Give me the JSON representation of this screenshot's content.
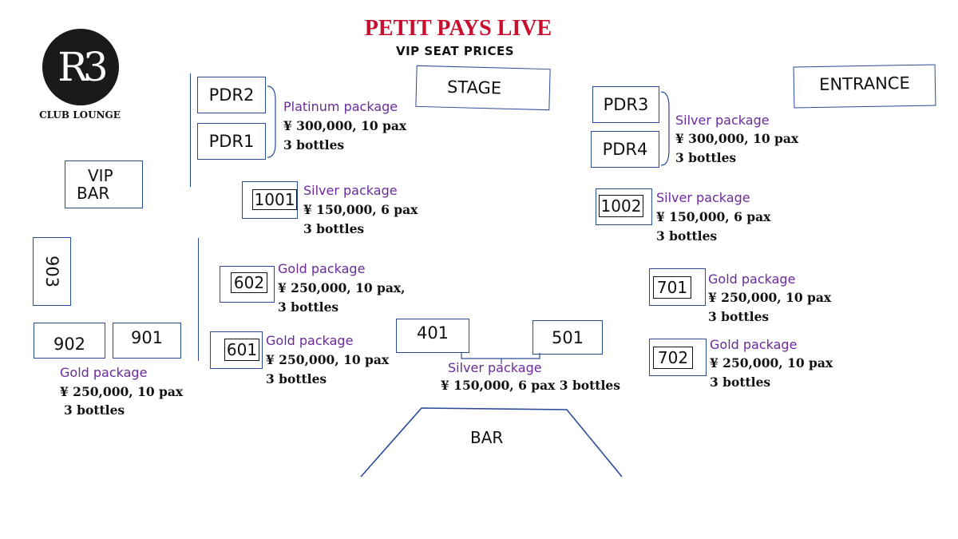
{
  "logo": {
    "mark": "R3",
    "text": "CLUB LOUNGE"
  },
  "title": "PETIT PAYS LIVE",
  "subtitle": "VIP SEAT PRICES",
  "areas": {
    "stage": "STAGE",
    "entrance": "ENTRANCE",
    "vip_bar_line1": "VIP",
    "vip_bar_line2": "BAR",
    "bar": "BAR"
  },
  "rooms": {
    "pdr2": "PDR2",
    "pdr1": "PDR1",
    "pdr3": "PDR3",
    "pdr4": "PDR4"
  },
  "seats": {
    "s1001": "1001",
    "s1002": "1002",
    "s602": "602",
    "s601": "601",
    "s701": "701",
    "s702": "702",
    "s903": "903",
    "s902": "902",
    "s901": "901",
    "s401": "401",
    "s501": "501"
  },
  "packages": {
    "pdr_left": {
      "name": "Platinum package",
      "price": "¥ 300,000, 10 pax",
      "bottles": "3 bottles"
    },
    "pdr_right": {
      "name": "Silver package",
      "price": "¥ 300,000, 10 pax",
      "bottles": "3 bottles"
    },
    "s1001": {
      "name": "Silver package",
      "price": "¥ 150,000, 6 pax",
      "bottles": "3 bottles"
    },
    "s1002": {
      "name": "Silver package",
      "price": "¥ 150,000, 6 pax",
      "bottles": "3 bottles"
    },
    "s602": {
      "name": "Gold  package",
      "price": "¥ 250,000, 10 pax,",
      "bottles": "3 bottles"
    },
    "s601": {
      "name": "Gold  package",
      "price": "¥ 250,000, 10 pax",
      "bottles": "3 bottles"
    },
    "s701": {
      "name": "Gold  package",
      "price": "¥ 250,000, 10 pax",
      "bottles": "3 bottles"
    },
    "s702": {
      "name": "Gold  package",
      "price": "¥ 250,000, 10 pax",
      "bottles": "3 bottles"
    },
    "s90x": {
      "name": "Gold  package",
      "price": "¥ 250,000, 10 pax",
      "bottles": "3 bottles"
    },
    "s401_501": {
      "name": "Silver package",
      "price": "¥ 150,000, 6 pax 3 bottles"
    }
  },
  "colors": {
    "title": "#c8102e",
    "package": "#6a2a9c",
    "outline": "#2a4a9a"
  }
}
